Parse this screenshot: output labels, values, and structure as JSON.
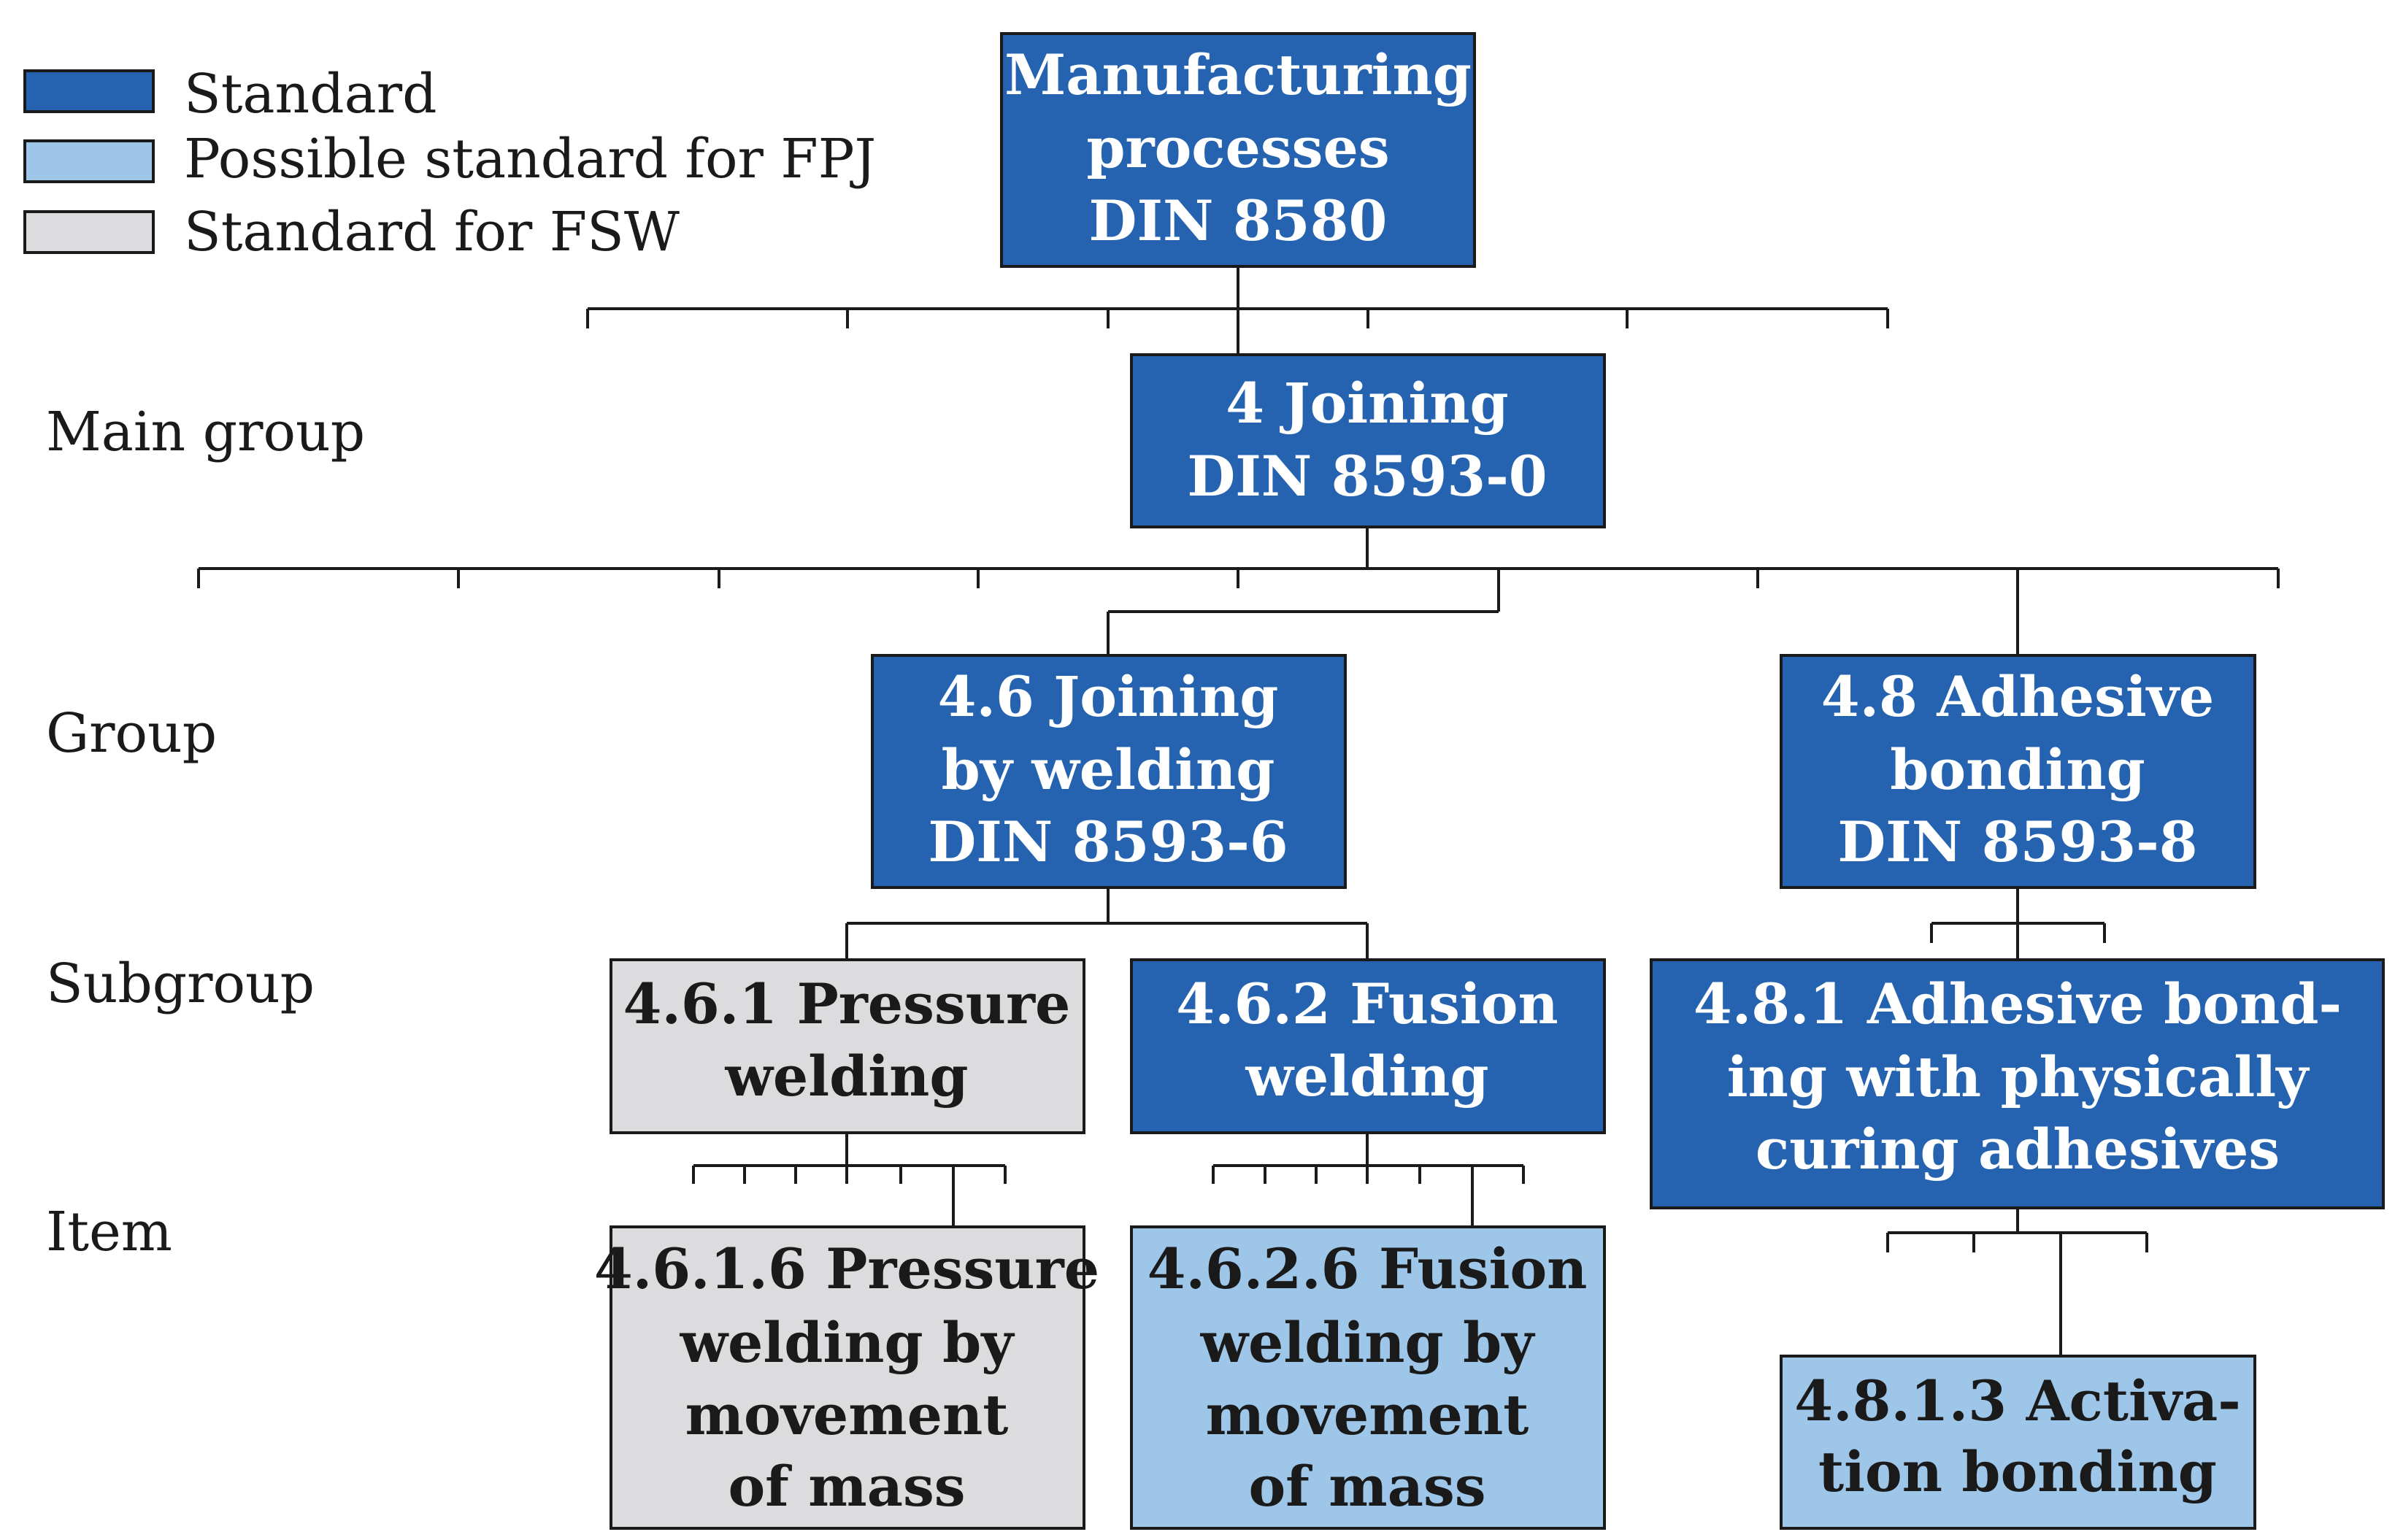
{
  "colors": {
    "standard": "#2563b0",
    "possible_fpj": "#9ec6e8",
    "fsw": "#dcdcde",
    "border": "#1a1a1a",
    "text_dark": "#1a1a1a",
    "text_light": "#ffffff"
  },
  "legend": [
    {
      "label": "Standard",
      "kind": "standard"
    },
    {
      "label": "Possible standard for FPJ",
      "kind": "possible_fpj"
    },
    {
      "label": "Standard for FSW",
      "kind": "fsw"
    }
  ],
  "levels": {
    "main_group": "Main group",
    "group": "Group",
    "subgroup": "Subgroup",
    "item": "Item"
  },
  "nodes": {
    "root": {
      "lines": [
        "Manufacturing",
        "processes",
        "DIN 8580"
      ],
      "kind": "standard"
    },
    "joining": {
      "lines": [
        "4 Joining",
        "DIN 8593-0"
      ],
      "kind": "standard"
    },
    "welding": {
      "lines": [
        "4.6 Joining",
        "by welding",
        "DIN 8593-6"
      ],
      "kind": "standard"
    },
    "adhesive": {
      "lines": [
        "4.8 Adhesive",
        "bonding",
        "DIN 8593-8"
      ],
      "kind": "standard"
    },
    "pressure": {
      "lines": [
        "4.6.1 Pressure",
        "welding"
      ],
      "kind": "fsw"
    },
    "fusion": {
      "lines": [
        "4.6.2 Fusion",
        "welding"
      ],
      "kind": "standard"
    },
    "physical": {
      "lines": [
        "4.8.1 Adhesive bond-",
        "ing with physically",
        "curing adhesives"
      ],
      "kind": "standard"
    },
    "pressure_item": {
      "lines": [
        "4.6.1.6 Pressure",
        "welding by",
        "movement",
        "of mass"
      ],
      "kind": "fsw"
    },
    "fusion_item": {
      "lines": [
        "4.6.2.6 Fusion",
        "welding by",
        "movement",
        "of mass"
      ],
      "kind": "possible_fpj"
    },
    "activation": {
      "lines": [
        "4.8.1.3 Activa-",
        "tion bonding"
      ],
      "kind": "possible_fpj"
    }
  }
}
